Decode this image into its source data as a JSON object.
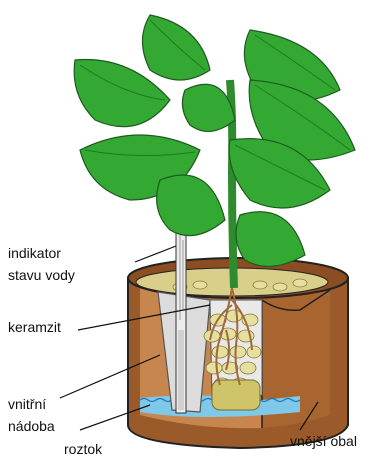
{
  "labels": {
    "indicator_line1": "indikator",
    "indicator_line2": "stavu vody",
    "clay_pebbles": "keramzit",
    "inner_pot_line1": "vnitřní",
    "inner_pot_line2": "nádoba",
    "solution": "roztok",
    "outer_pot": "vnější obal"
  },
  "colors": {
    "leaf": "#33a833",
    "leaf_dark": "#1f7a1f",
    "stem": "#2e8b2e",
    "pot_outer": "#9a5a2a",
    "pot_inner_wall": "#c8864f",
    "clay_pebbles": "#e6dfa0",
    "roots": "#b07a4a",
    "water": "#7ec8ea",
    "inner_pot": "#dcdcdc"
  }
}
